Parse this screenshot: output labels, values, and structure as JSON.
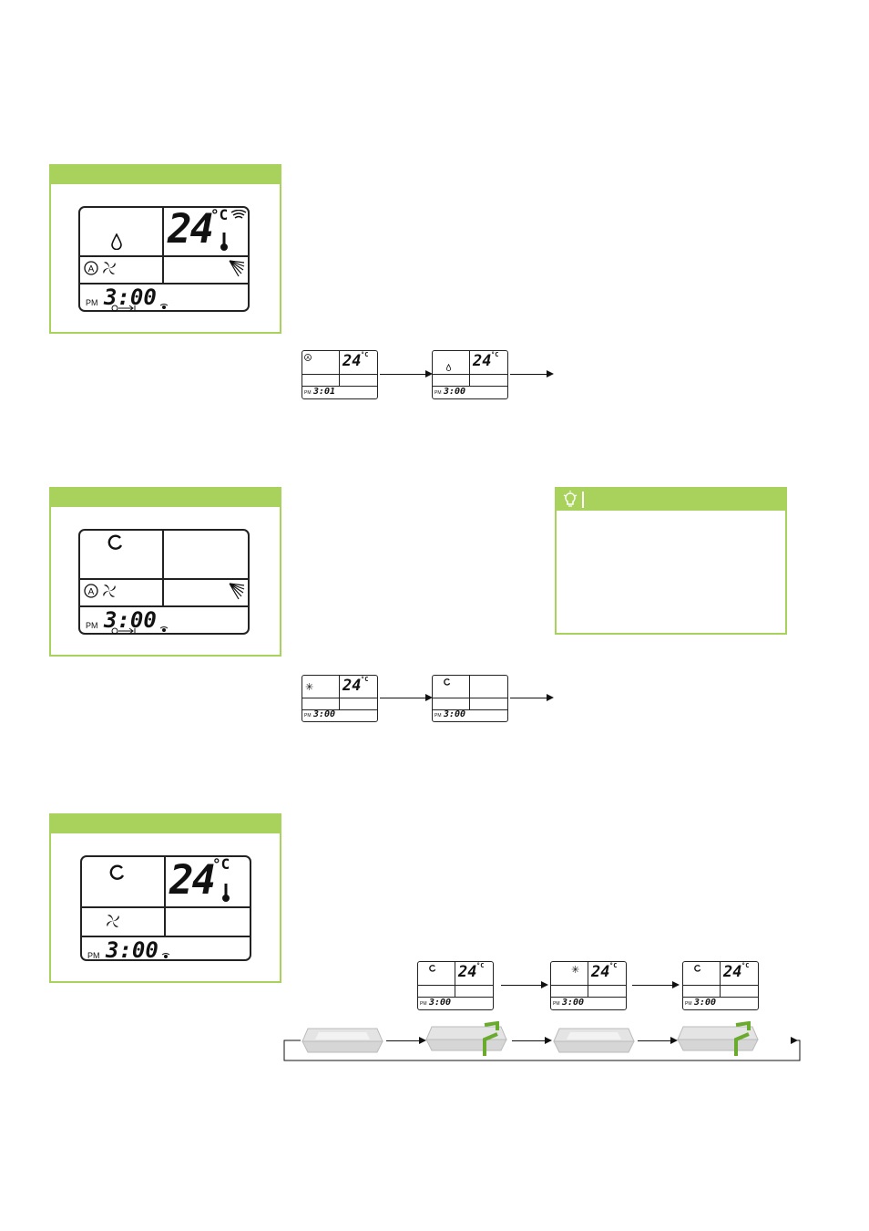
{
  "panel1": {
    "temp": "24",
    "unit": "°C",
    "meridiem": "PM",
    "time": "3:00",
    "mode_icon": "water-drop-icon"
  },
  "panel2": {
    "meridiem": "PM",
    "time": "3:00",
    "mode_icon": "swirl-icon"
  },
  "panel3": {
    "temp": "24",
    "unit": "°C",
    "meridiem": "PM",
    "time": "3:00",
    "mode_icon": "swirl-icon"
  },
  "seq1": [
    {
      "temp": "24",
      "unit": "°C",
      "meridiem": "PM",
      "time": "3:01"
    },
    {
      "temp": "24",
      "unit": "°C",
      "meridiem": "PM",
      "time": "3:00"
    }
  ],
  "seq2": [
    {
      "temp": "24",
      "unit": "°C",
      "meridiem": "PM",
      "time": "3:00"
    },
    {
      "meridiem": "PM",
      "time": "3:00"
    }
  ],
  "seq3": [
    {
      "temp": "24",
      "unit": "°C",
      "meridiem": "PM",
      "time": "3:00"
    },
    {
      "temp": "24",
      "unit": "°C",
      "meridiem": "PM",
      "time": "3:00"
    },
    {
      "temp": "24",
      "unit": "°C",
      "meridiem": "PM",
      "time": "3:00"
    }
  ],
  "tip": {
    "icon": "lightbulb-icon"
  },
  "colors": {
    "accent": "#a9d25c",
    "lcd": "#222222"
  }
}
